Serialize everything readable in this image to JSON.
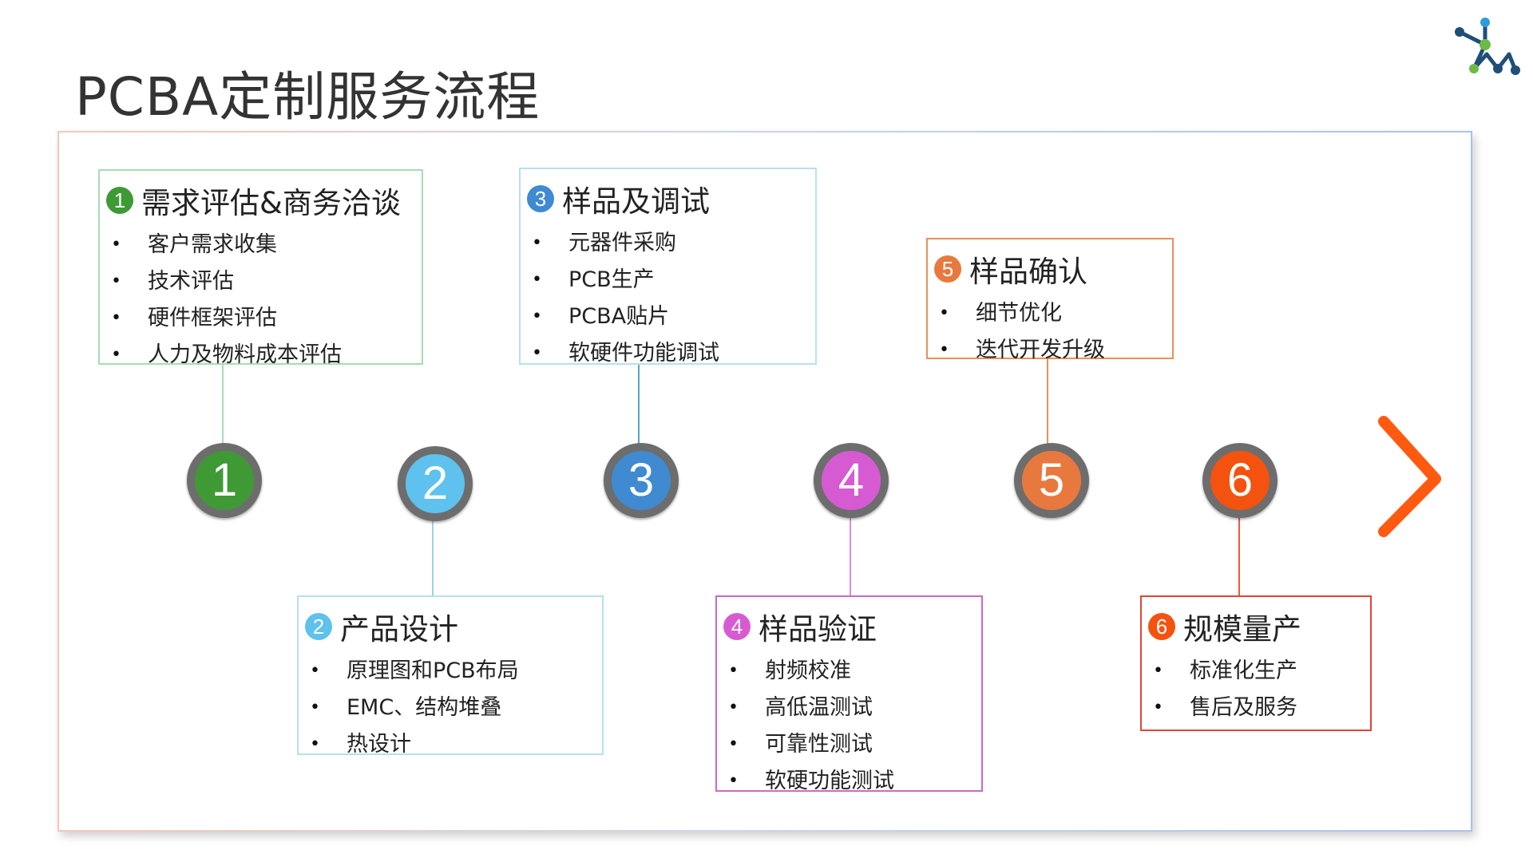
{
  "title": "PCBA定制服务流程",
  "colors": {
    "step1": "#3f9a35",
    "step2": "#5ec1ee",
    "step3": "#3f8ad1",
    "step4": "#d65bd3",
    "step5": "#e8793e",
    "step6": "#f4520f",
    "node_border": "#6d6d6d"
  },
  "steps": [
    {
      "number": "1",
      "title": "需求评估&商务洽谈",
      "items": [
        "客户需求收集",
        "技术评估",
        "硬件框架评估",
        "人力及物料成本评估"
      ]
    },
    {
      "number": "2",
      "title": "产品设计",
      "items": [
        "原理图和PCB布局",
        "EMC、结构堆叠",
        "热设计"
      ]
    },
    {
      "number": "3",
      "title": "样品及调试",
      "items": [
        "元器件采购",
        "PCB生产",
        "PCBA贴片",
        "软硬件功能调试"
      ]
    },
    {
      "number": "4",
      "title": "样品验证",
      "items": [
        "射频校准",
        "高低温测试",
        "可靠性测试",
        "软硬功能测试"
      ]
    },
    {
      "number": "5",
      "title": "样品确认",
      "items": [
        "细节优化",
        "迭代开发升级"
      ]
    },
    {
      "number": "6",
      "title": "规模量产",
      "items": [
        "标准化生产",
        "售后及服务"
      ]
    }
  ]
}
